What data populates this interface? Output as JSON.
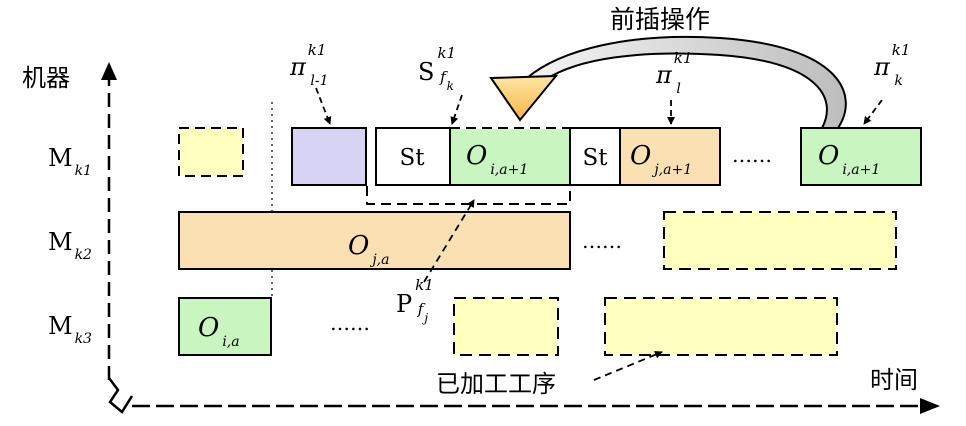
{
  "title": "前插操作",
  "axes": {
    "y_label": "机器",
    "x_label": "时间"
  },
  "machines": [
    {
      "main": "M",
      "sub": "k1"
    },
    {
      "main": "M",
      "sub": "k2"
    },
    {
      "main": "M",
      "sub": "k3"
    }
  ],
  "ops": {
    "o_i_a1_first": {
      "main": "O",
      "sub": "i,a+1"
    },
    "o_j_a1": {
      "main": "O",
      "sub": "j,a+1"
    },
    "o_i_a1_last": {
      "main": "O",
      "sub": "i,a+1"
    },
    "o_j_a": {
      "main": "O",
      "sub": "j,a"
    },
    "o_i_a": {
      "main": "O",
      "sub": "i,a"
    }
  },
  "setup_label": "St",
  "pointers": {
    "pi_l_minus_1": {
      "main": "π",
      "sup": "k1",
      "sub": "l-1"
    },
    "s_f_k": {
      "main": "S",
      "sup": "k1",
      "sub": "f",
      "subsub": "k"
    },
    "pi_l": {
      "main": "π",
      "sup": "k1",
      "sub": "l"
    },
    "pi_k": {
      "main": "π",
      "sup": "k1",
      "sub": "k"
    },
    "p_f_j": {
      "main": "P",
      "sup": "k1",
      "sub": "f",
      "subsub": "j"
    }
  },
  "ellipsis": "……",
  "processed_label": "已加工工序",
  "colors": {
    "yellow": "#ffffc0",
    "blue": "#d7d3f5",
    "green": "#c8f5c0",
    "orange": "#fbe0b4",
    "arrow_gray": "#d6d6d6",
    "arrow_yellow": "#ffd27a"
  }
}
